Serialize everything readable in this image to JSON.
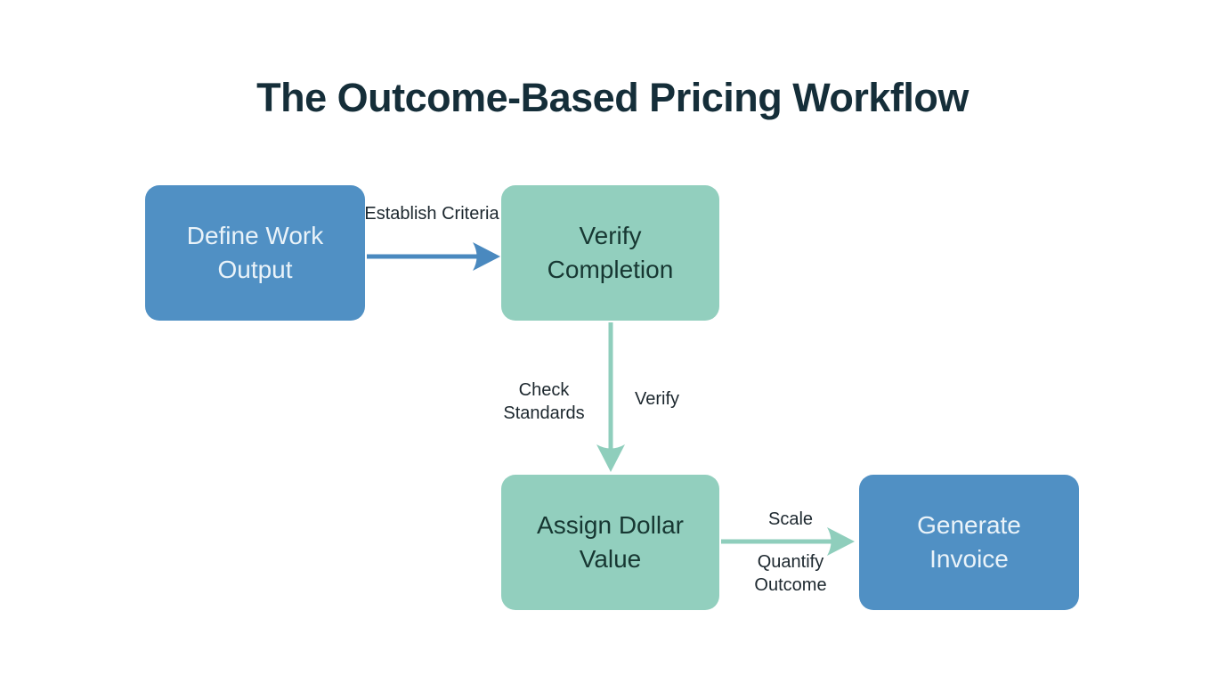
{
  "title": "The Outcome-Based Pricing Workflow",
  "colors": {
    "background": "#ffffff",
    "title_text": "#152e39",
    "node_blue": "#5090c4",
    "node_teal": "#92cfbe",
    "node_text_on_blue": "#eaf3f9",
    "node_text_on_teal": "#173732",
    "arrow_blue": "#4a89bf",
    "arrow_teal": "#8fcebc",
    "edge_label_text": "#1c272e"
  },
  "nodes": [
    {
      "id": "define-work-output",
      "label": "Define Work Output",
      "variant": "blue"
    },
    {
      "id": "verify-completion",
      "label": "Verify Completion",
      "variant": "teal"
    },
    {
      "id": "assign-dollar-value",
      "label": "Assign Dollar Value",
      "variant": "teal"
    },
    {
      "id": "generate-invoice",
      "label": "Generate Invoice",
      "variant": "blue"
    }
  ],
  "edges": [
    {
      "from": "define-work-output",
      "to": "verify-completion",
      "direction": "right",
      "labels": [
        "Establish Criteria"
      ]
    },
    {
      "from": "verify-completion",
      "to": "assign-dollar-value",
      "direction": "down",
      "labels": [
        "Check Standards",
        "Verify"
      ]
    },
    {
      "from": "assign-dollar-value",
      "to": "generate-invoice",
      "direction": "right",
      "labels": [
        "Scale",
        "Quantify Outcome"
      ]
    }
  ]
}
